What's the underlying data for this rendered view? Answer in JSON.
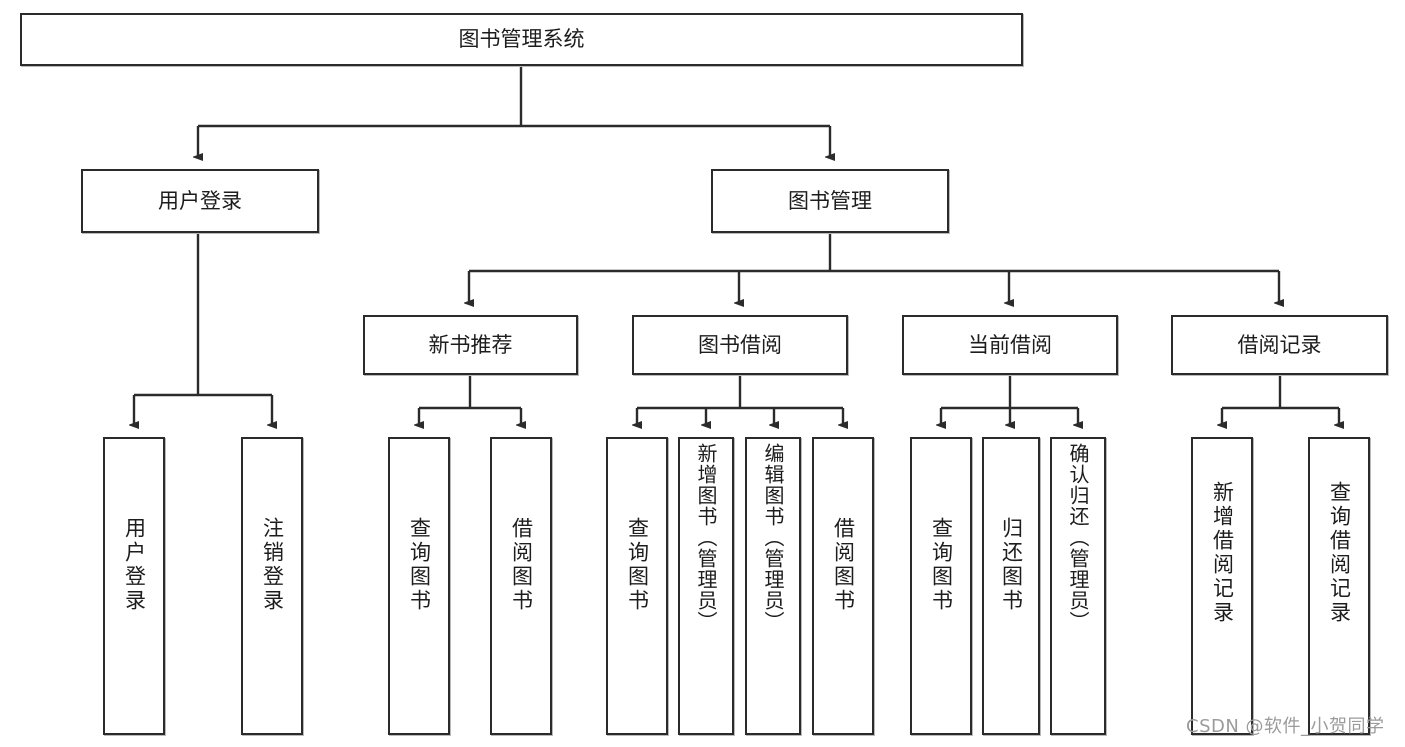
{
  "diagram": {
    "type": "tree",
    "title": "图书管理系统",
    "root": {
      "id": "root",
      "label": "图书管理系统",
      "orientation": "horizontal"
    },
    "level2": [
      {
        "id": "user-login",
        "label": "用户登录",
        "orientation": "horizontal"
      },
      {
        "id": "book-management",
        "label": "图书管理",
        "orientation": "horizontal"
      }
    ],
    "level3": [
      {
        "id": "new-book-recommend",
        "label": "新书推荐",
        "orientation": "horizontal",
        "parent": "book-management"
      },
      {
        "id": "book-borrow",
        "label": "图书借阅",
        "orientation": "horizontal",
        "parent": "book-management"
      },
      {
        "id": "current-borrow",
        "label": "当前借阅",
        "orientation": "horizontal",
        "parent": "book-management"
      },
      {
        "id": "borrow-record",
        "label": "借阅记录",
        "orientation": "horizontal",
        "parent": "book-management"
      }
    ],
    "leaves": [
      {
        "id": "leaf-user-login",
        "label": "用户登录",
        "parent": "user-login",
        "orientation": "vertical"
      },
      {
        "id": "leaf-logout-login",
        "label": "注销登录",
        "parent": "user-login",
        "orientation": "vertical"
      },
      {
        "id": "leaf-query-book-1",
        "label": "查询图书",
        "parent": "new-book-recommend",
        "orientation": "vertical"
      },
      {
        "id": "leaf-borrow-book-1",
        "label": "借阅图书",
        "parent": "new-book-recommend",
        "orientation": "vertical"
      },
      {
        "id": "leaf-query-book-2",
        "label": "查询图书",
        "parent": "book-borrow",
        "orientation": "vertical"
      },
      {
        "id": "leaf-add-book",
        "label": "新增图书（管理员）",
        "parent": "book-borrow",
        "orientation": "vertical"
      },
      {
        "id": "leaf-edit-book",
        "label": "编辑图书（管理员）",
        "parent": "book-borrow",
        "orientation": "vertical"
      },
      {
        "id": "leaf-borrow-book-2",
        "label": "借阅图书",
        "parent": "book-borrow",
        "orientation": "vertical"
      },
      {
        "id": "leaf-query-book-3",
        "label": "查询图书",
        "parent": "current-borrow",
        "orientation": "vertical"
      },
      {
        "id": "leaf-return-book",
        "label": "归还图书",
        "parent": "current-borrow",
        "orientation": "vertical"
      },
      {
        "id": "leaf-confirm-return",
        "label": "确认归还（管理员）",
        "parent": "current-borrow",
        "orientation": "vertical"
      },
      {
        "id": "leaf-add-borrow-record",
        "label": "新增借阅记录",
        "parent": "borrow-record",
        "orientation": "vertical"
      },
      {
        "id": "leaf-query-borrow-record",
        "label": "查询借阅记录",
        "parent": "borrow-record",
        "orientation": "vertical"
      }
    ]
  },
  "watermark": {
    "text": "CSDN @软件_小贺同学"
  },
  "colors": {
    "border": "#2b2b2b",
    "background": "#ffffff",
    "text": "#1d1d1d",
    "connector": "#2b2b2b",
    "watermark": "#9b9b9b"
  }
}
